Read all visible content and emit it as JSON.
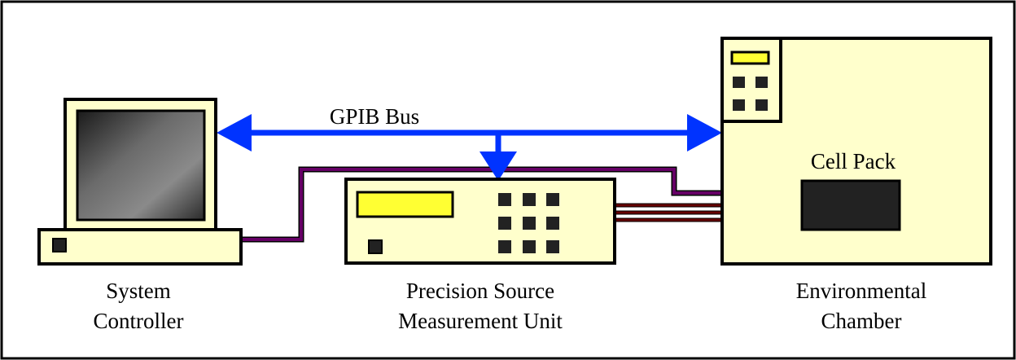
{
  "bus_label": "GPIB Bus",
  "devices": {
    "controller": {
      "label_line1": "System",
      "label_line2": "Controller"
    },
    "smu": {
      "label_line1": "Precision Source",
      "label_line2": "Measurement Unit"
    },
    "chamber": {
      "label_line1": "Environmental",
      "label_line2": "Chamber"
    },
    "cell_pack": {
      "label": "Cell Pack"
    }
  },
  "colors": {
    "panel_fill": "#ffffcc",
    "outline": "#000000",
    "gpib_bus": "#0033ff",
    "controller_link": "#660066",
    "smu_leads": "#660000",
    "display": "#ffff33",
    "cell_pack_fill": "#222222"
  }
}
